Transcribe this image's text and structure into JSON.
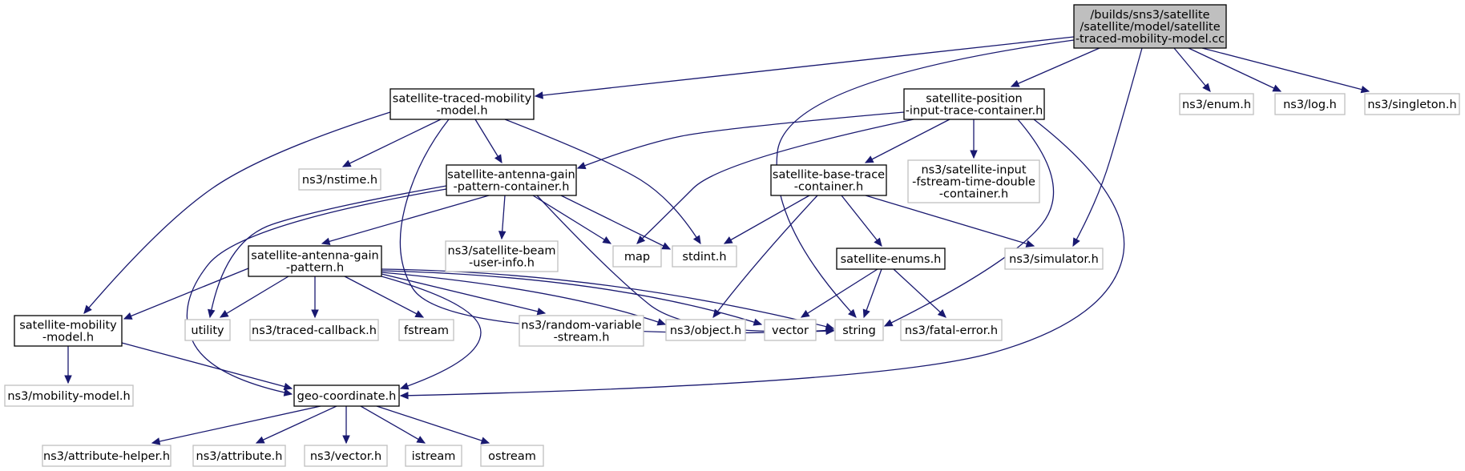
{
  "nodes": [
    {
      "id": "root",
      "lines": [
        "/builds/sns3/satellite",
        "/satellite/model/satellite",
        "-traced-mobility-model.cc"
      ]
    },
    {
      "id": "traced_mobility_h",
      "lines": [
        "satellite-traced-mobility",
        "-model.h"
      ]
    },
    {
      "id": "position_input_h",
      "lines": [
        "satellite-position",
        "-input-trace-container.h"
      ]
    },
    {
      "id": "enum_h",
      "lines": [
        "ns3/enum.h"
      ]
    },
    {
      "id": "log_h",
      "lines": [
        "ns3/log.h"
      ]
    },
    {
      "id": "singleton_h",
      "lines": [
        "ns3/singleton.h"
      ]
    },
    {
      "id": "nstime_h",
      "lines": [
        "ns3/nstime.h"
      ]
    },
    {
      "id": "gain_container_h",
      "lines": [
        "satellite-antenna-gain",
        "-pattern-container.h"
      ]
    },
    {
      "id": "base_trace_h",
      "lines": [
        "satellite-base-trace",
        "-container.h"
      ]
    },
    {
      "id": "input_fstream_h",
      "lines": [
        "ns3/satellite-input",
        "-fstream-time-double",
        "-container.h"
      ]
    },
    {
      "id": "beam_user_info_h",
      "lines": [
        "ns3/satellite-beam",
        "-user-info.h"
      ]
    },
    {
      "id": "map",
      "lines": [
        "map"
      ]
    },
    {
      "id": "stdint_h",
      "lines": [
        "stdint.h"
      ]
    },
    {
      "id": "enums_h",
      "lines": [
        "satellite-enums.h"
      ]
    },
    {
      "id": "simulator_h",
      "lines": [
        "ns3/simulator.h"
      ]
    },
    {
      "id": "gain_pattern_h",
      "lines": [
        "satellite-antenna-gain",
        "-pattern.h"
      ]
    },
    {
      "id": "utility",
      "lines": [
        "utility"
      ]
    },
    {
      "id": "traced_callback_h",
      "lines": [
        "ns3/traced-callback.h"
      ]
    },
    {
      "id": "fstream",
      "lines": [
        "fstream"
      ]
    },
    {
      "id": "random_variable_h",
      "lines": [
        "ns3/random-variable",
        "-stream.h"
      ]
    },
    {
      "id": "object_h",
      "lines": [
        "ns3/object.h"
      ]
    },
    {
      "id": "vector",
      "lines": [
        "vector"
      ]
    },
    {
      "id": "string",
      "lines": [
        "string"
      ]
    },
    {
      "id": "fatal_error_h",
      "lines": [
        "ns3/fatal-error.h"
      ]
    },
    {
      "id": "mobility_model_h",
      "lines": [
        "satellite-mobility",
        "-model.h"
      ]
    },
    {
      "id": "ns3_mobility_model_h",
      "lines": [
        "ns3/mobility-model.h"
      ]
    },
    {
      "id": "geo_coordinate_h",
      "lines": [
        "geo-coordinate.h"
      ]
    },
    {
      "id": "attribute_helper_h",
      "lines": [
        "ns3/attribute-helper.h"
      ]
    },
    {
      "id": "attribute_h",
      "lines": [
        "ns3/attribute.h"
      ]
    },
    {
      "id": "vector_h",
      "lines": [
        "ns3/vector.h"
      ]
    },
    {
      "id": "istream",
      "lines": [
        "istream"
      ]
    },
    {
      "id": "ostream",
      "lines": [
        "ostream"
      ]
    }
  ]
}
